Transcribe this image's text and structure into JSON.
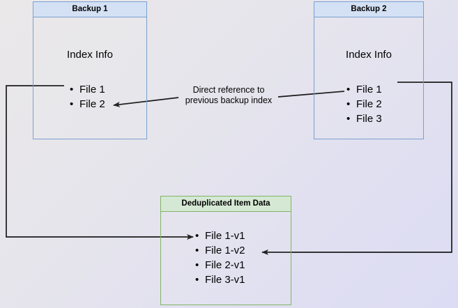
{
  "diagram": {
    "title_hidden": "",
    "background": {
      "gradient_from": "#eae8e9",
      "gradient_to": "#dcdcf4"
    },
    "colors": {
      "blue_border": "#7a9fcf",
      "blue_header_fill": "#d4e1f5",
      "green_border": "#82b366",
      "green_header_fill": "#d5e8d4",
      "edge_stroke": "#1a1a1a"
    },
    "nodes": {
      "backup1": {
        "header": "Backup 1",
        "index_label": "Index Info",
        "items": [
          "File 1",
          "File 2"
        ]
      },
      "backup2": {
        "header": "Backup 2",
        "index_label": "Index Info",
        "items": [
          "File 1",
          "File 2",
          "File 3"
        ]
      },
      "dedup": {
        "header": "Deduplicated Item Data",
        "items": [
          "File 1-v1",
          "File 1-v2",
          "File 2-v1",
          "File 3-v1"
        ]
      }
    },
    "edge_labels": {
      "direct_reference": "Direct reference to\nprevious backup index"
    }
  }
}
